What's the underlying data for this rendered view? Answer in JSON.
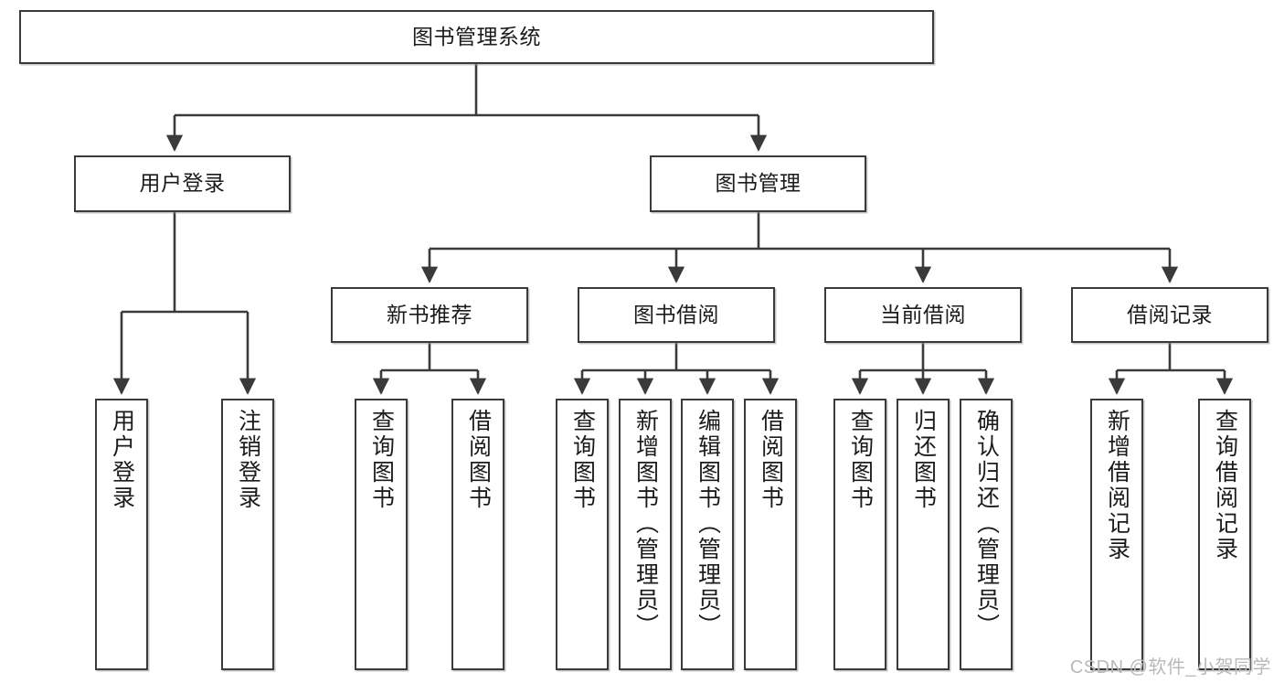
{
  "diagram": {
    "type": "tree-hierarchy",
    "title": "图书管理系统",
    "watermark": "CSDN @软件_小贺同学",
    "colors": {
      "stroke": "#3a3a3a",
      "fill": "#ffffff",
      "text": "#1b1b1b",
      "watermark": "#b9b9b9"
    },
    "nodes": {
      "root": {
        "label": "图书管理系统",
        "level": 1,
        "orientation": "horizontal"
      },
      "level2": [
        {
          "id": "user-login",
          "label": "用户登录"
        },
        {
          "id": "book-manage",
          "label": "图书管理"
        }
      ],
      "level3": [
        {
          "id": "new-book-recommend",
          "label": "新书推荐"
        },
        {
          "id": "book-borrow",
          "label": "图书借阅"
        },
        {
          "id": "current-borrow",
          "label": "当前借阅"
        },
        {
          "id": "borrow-record",
          "label": "借阅记录"
        }
      ],
      "leaves": {
        "user-login": [
          {
            "id": "leaf-user-login",
            "label": "用户登录"
          },
          {
            "id": "leaf-user-logout",
            "label": "注销登录"
          }
        ],
        "new-book-recommend": [
          {
            "id": "leaf-query-book-1",
            "label": "查询图书"
          },
          {
            "id": "leaf-borrow-book-1",
            "label": "借阅图书"
          }
        ],
        "book-borrow": [
          {
            "id": "leaf-query-book-2",
            "label": "查询图书"
          },
          {
            "id": "leaf-add-book",
            "label": "新增图书（管理员）"
          },
          {
            "id": "leaf-edit-book",
            "label": "编辑图书（管理员）"
          },
          {
            "id": "leaf-borrow-book-2",
            "label": "借阅图书"
          }
        ],
        "current-borrow": [
          {
            "id": "leaf-query-book-3",
            "label": "查询图书"
          },
          {
            "id": "leaf-return-book",
            "label": "归还图书"
          },
          {
            "id": "leaf-confirm-return",
            "label": "确认归还（管理员）"
          }
        ],
        "borrow-record": [
          {
            "id": "leaf-add-record",
            "label": "新增借阅记录"
          },
          {
            "id": "leaf-query-record",
            "label": "查询借阅记录"
          }
        ]
      }
    }
  }
}
